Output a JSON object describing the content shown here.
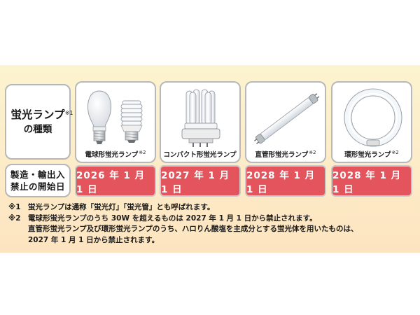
{
  "row_headers": {
    "lamp_type": {
      "line1": "蛍光ランプ",
      "note_mark": "※1",
      "line2": "の種類"
    },
    "ban_date": {
      "line1": "製造・輸出入",
      "line2": "禁止の開始日"
    }
  },
  "lamps": [
    {
      "label": "電球形蛍光ランプ",
      "note_mark": "※2",
      "ban_date": "2026 年 1 月 1 日",
      "icon": "bulb-lamp-icon"
    },
    {
      "label": "コンパクト形蛍光ランプ",
      "note_mark": "",
      "ban_date": "2027 年 1 月 1 日",
      "icon": "compact-lamp-icon"
    },
    {
      "label": "直管形蛍光ランプ",
      "note_mark": "※2",
      "ban_date": "2028 年 1 月 1 日",
      "icon": "straight-tube-icon"
    },
    {
      "label": "環形蛍光ランプ",
      "note_mark": "※2",
      "ban_date": "2028 年 1 月 1 日",
      "icon": "circular-lamp-icon"
    }
  ],
  "notes": {
    "note1": {
      "mark": "※1",
      "text": "蛍光ランプは通称「蛍光灯」「蛍光管」とも呼ばれます。"
    },
    "note2": {
      "mark": "※2",
      "text": "電球形蛍光ランプのうち 30W を超えるものは 2027 年 1 月 1 日から禁止されます。",
      "text2": "直管形蛍光ランプ及び環形蛍光ランプのうち、ハロりん酸塩を主成分とする蛍光体を用いたものは、",
      "text3": "2027 年 1 月 1 日から禁止されます。"
    }
  },
  "colors": {
    "date_cell": "#e4545c",
    "panel_top": "#fcf4cf",
    "panel_bottom": "#fde4c0"
  }
}
